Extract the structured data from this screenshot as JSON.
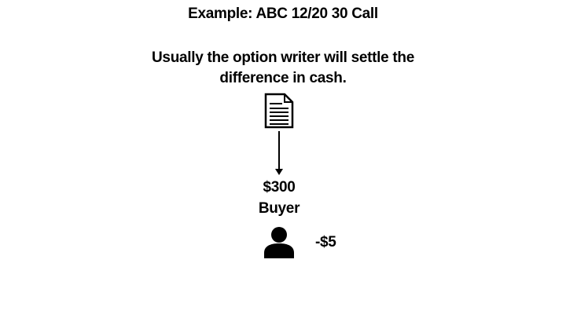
{
  "slide": {
    "title": "Example: ABC 12/20 30 Call",
    "subtitle": "Usually the option writer will settle the difference in cash.",
    "amount": "$300",
    "buyer_label": "Buyer",
    "buyer_delta": "-$5"
  },
  "icons": {
    "document": "document-icon",
    "arrow": "arrow-down-icon",
    "person": "person-icon"
  }
}
